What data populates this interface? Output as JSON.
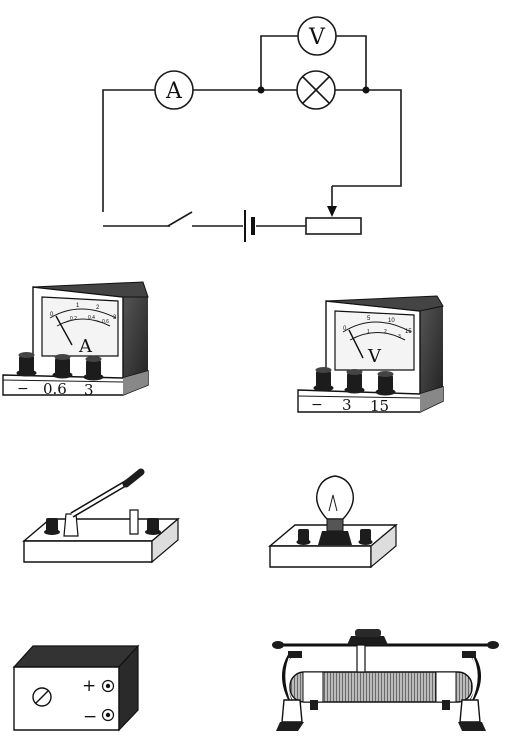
{
  "circuit": {
    "ammeter_symbol": "A",
    "voltmeter_symbol": "V"
  },
  "ammeter": {
    "face_letter": "A",
    "scale_top": [
      "0",
      "1",
      "2",
      "3"
    ],
    "scale_bottom": [
      "0.2",
      "0.4",
      "0.6"
    ],
    "terminals": [
      "−",
      "0.6",
      "3"
    ]
  },
  "voltmeter": {
    "face_letter": "V",
    "scale_top": [
      "0",
      "5",
      "10",
      "15"
    ],
    "scale_bottom": [
      "1",
      "2",
      "3"
    ],
    "terminals": [
      "−",
      "3",
      "15"
    ]
  },
  "power_supply": {
    "plus": "+",
    "minus": "−"
  }
}
